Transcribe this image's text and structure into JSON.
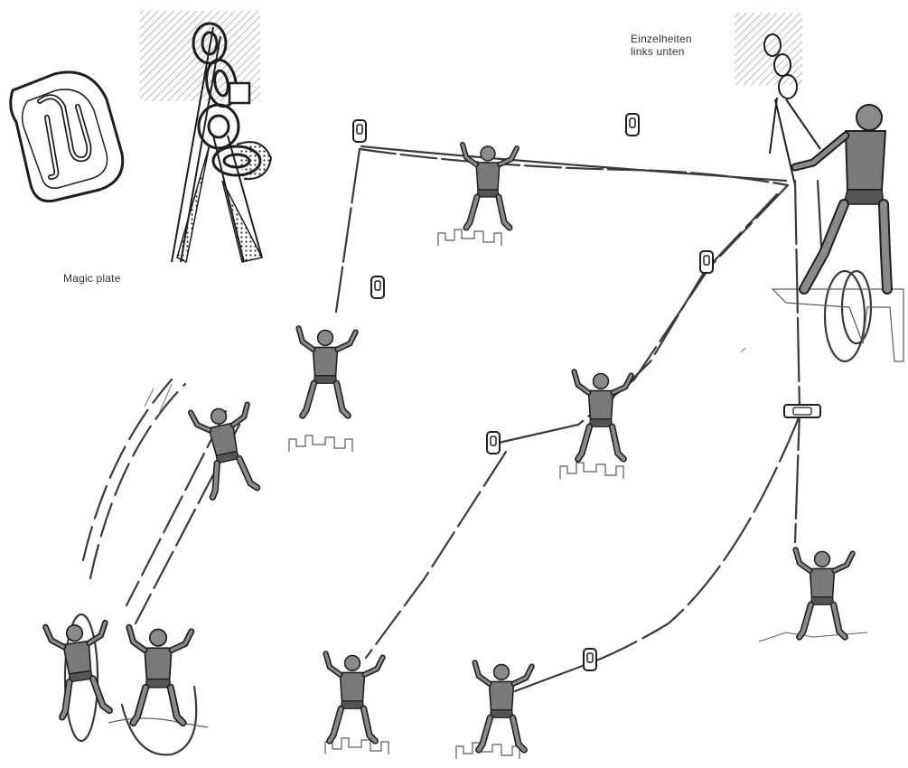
{
  "labels": {
    "magic_plate": "Magic plate",
    "detail_line1": "Einzelheiten",
    "detail_line2": "links unten"
  },
  "colors": {
    "ink": "#1e1e1e",
    "figure_fill": "#7a7a7a",
    "rock_hatch": "#9a9a9a",
    "rope": "#3a3a3a",
    "background": "#ffffff"
  }
}
